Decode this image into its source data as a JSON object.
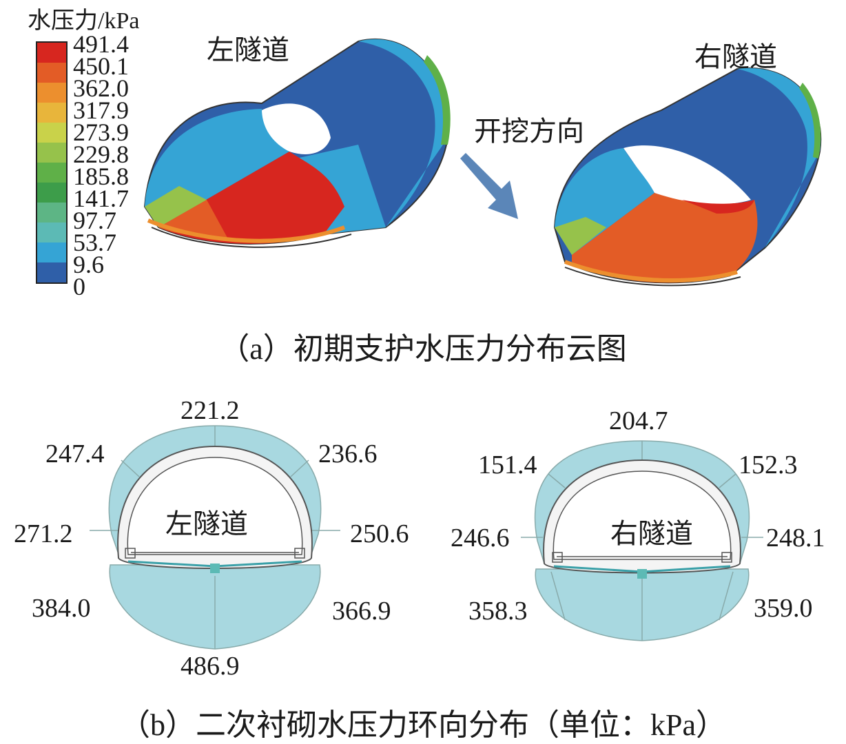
{
  "legend": {
    "title": "水压力/kPa",
    "labels": [
      "491.4",
      "450.1",
      "362.0",
      "317.9",
      "273.9",
      "229.8",
      "185.8",
      "141.7",
      "97.7",
      "53.7",
      "9.6",
      "0"
    ],
    "colors": [
      "#d7261f",
      "#e35c26",
      "#ec8f2e",
      "#e8b53b",
      "#c9d24a",
      "#96c24b",
      "#5fb048",
      "#3d9d4a",
      "#5db585",
      "#5cbab5",
      "#35a4d5",
      "#2f5fa8"
    ]
  },
  "part_a": {
    "left_tunnel_label": "左隧道",
    "right_tunnel_label": "右隧道",
    "direction_label": "开挖方向",
    "caption": "（a）初期支护水压力分布云图"
  },
  "part_b": {
    "left_tunnel": {
      "label": "左隧道",
      "values": {
        "top": "221.2",
        "upper_left": "247.4",
        "upper_right": "236.6",
        "mid_left": "271.2",
        "mid_right": "250.6",
        "lower_left": "384.0",
        "lower_right": "366.9",
        "bottom": "486.9"
      }
    },
    "right_tunnel": {
      "label": "右隧道",
      "values": {
        "top": "204.7",
        "upper_left": "151.4",
        "upper_right": "152.3",
        "mid_left": "246.6",
        "mid_right": "248.1",
        "lower_left": "358.3",
        "lower_right": "359.0"
      }
    },
    "caption": "（b）二次衬砌水压力环向分布（单位：kPa）"
  }
}
